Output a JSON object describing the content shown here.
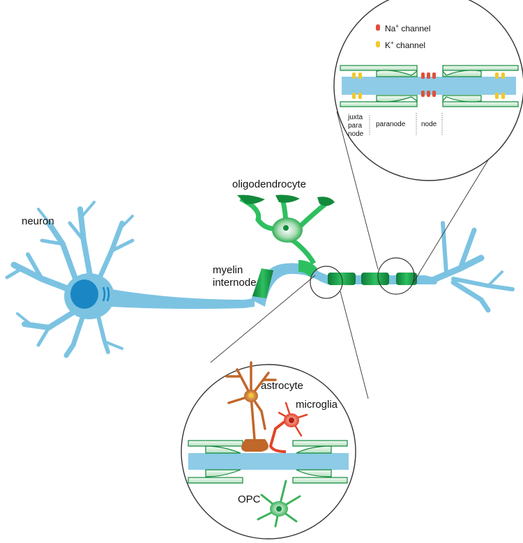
{
  "labels": {
    "neuron": "neuron",
    "oligodendrocyte": "oligodendrocyte",
    "myelin_line1": "myelin",
    "myelin_line2": "internode",
    "astrocyte": "astrocyte",
    "microglia": "microglia",
    "opc": "OPC"
  },
  "legend": {
    "na_base": "Na",
    "na_sup": "+",
    "na_suffix": " channel",
    "k_base": "K",
    "k_sup": "+",
    "k_suffix": " channel"
  },
  "regions": {
    "juxta_1": "juxta",
    "juxta_2": "para",
    "juxta_3": "node",
    "paranode": "paranode",
    "node": "node"
  },
  "colors": {
    "neuron": "#7cc3e2",
    "nucleus": "#1a87c4",
    "myelin_dark": "#128a3c",
    "myelin_light": "#c9e6cf",
    "astrocyte": "#c0672a",
    "microglia": "#e2432a",
    "opc": "#3cb35a",
    "na_channel": "#e0503c",
    "k_channel": "#f2c82a"
  }
}
